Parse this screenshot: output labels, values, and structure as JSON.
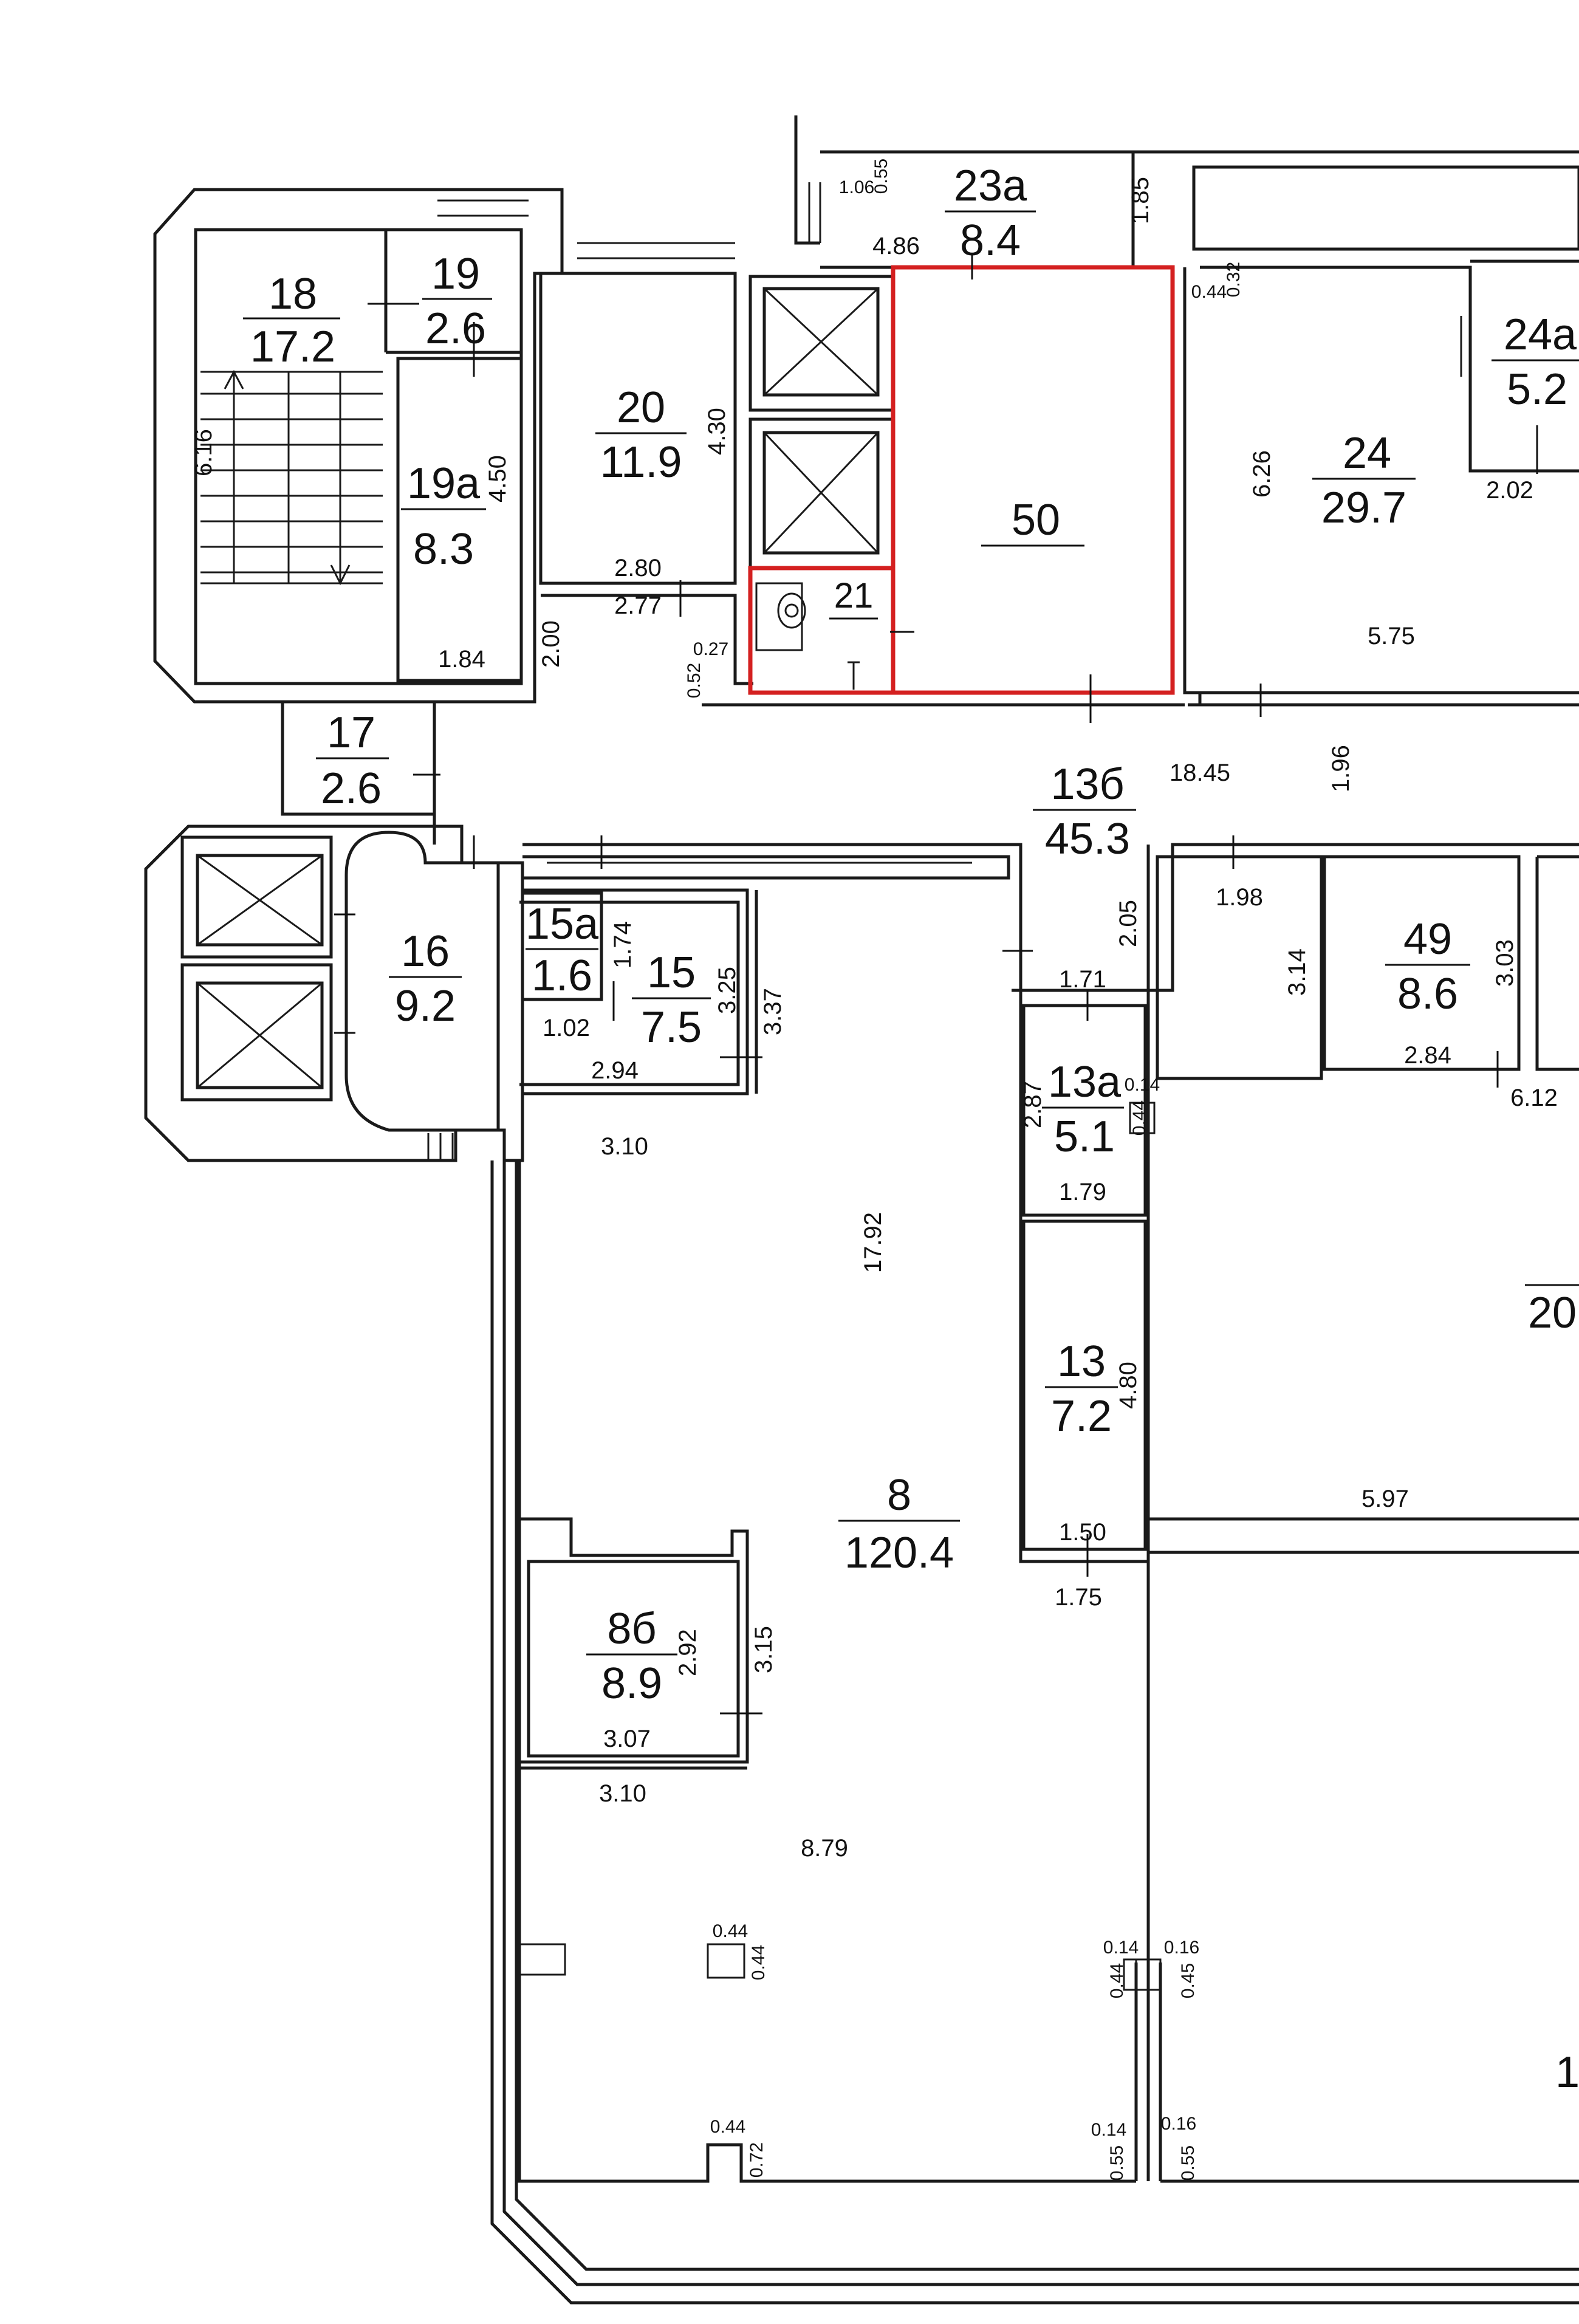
{
  "floor_plan": {
    "rooms": [
      {
        "id": "18",
        "number": "18",
        "area": "17.2"
      },
      {
        "id": "19",
        "number": "19",
        "area": "2.6"
      },
      {
        "id": "19a",
        "number": "19а",
        "area": "8.3"
      },
      {
        "id": "20",
        "number": "20",
        "area": "11.9"
      },
      {
        "id": "21",
        "number": "21",
        "area": ""
      },
      {
        "id": "23a",
        "number": "23а",
        "area": "8.4"
      },
      {
        "id": "50",
        "number": "50",
        "area": ""
      },
      {
        "id": "24",
        "number": "24",
        "area": "29.7"
      },
      {
        "id": "24a",
        "number": "24а",
        "area": "5.2"
      },
      {
        "id": "17",
        "number": "17",
        "area": "2.6"
      },
      {
        "id": "13b",
        "number": "13б",
        "area": "45.3"
      },
      {
        "id": "16",
        "number": "16",
        "area": "9.2"
      },
      {
        "id": "15a",
        "number": "15а",
        "area": "1.6"
      },
      {
        "id": "15",
        "number": "15",
        "area": "7.5"
      },
      {
        "id": "49",
        "number": "49",
        "area": "8.6"
      },
      {
        "id": "13a",
        "number": "13а",
        "area": "5.1"
      },
      {
        "id": "13",
        "number": "13",
        "area": "7.2"
      },
      {
        "id": "8",
        "number": "8",
        "area": "120.4"
      },
      {
        "id": "8b",
        "number": "8б",
        "area": "8.9"
      },
      {
        "id": "20edge",
        "number": "20",
        "area": ""
      },
      {
        "id": "1edge",
        "number": "1",
        "area": ""
      }
    ],
    "dimensions": {
      "d_106": "1.06",
      "d_055": "0.55",
      "d_185": "1.85",
      "d_486": "4.86",
      "d_044a": "0.44",
      "d_032": "0.32",
      "d_616": "6.16",
      "d_450": "4.50",
      "d_430": "4.30",
      "d_626": "6.26",
      "d_202": "2.02",
      "d_280": "2.80",
      "d_277": "2.77",
      "d_200": "2.00",
      "d_027": "0.27",
      "d_052": "0.52",
      "d_184": "1.84",
      "d_575": "5.75",
      "d_1845": "18.45",
      "d_196": "1.96",
      "d_205": "2.05",
      "d_198": "1.98",
      "d_314": "3.14",
      "d_303": "3.03",
      "d_174": "1.74",
      "d_325": "3.25",
      "d_337": "3.37",
      "d_102": "1.02",
      "d_294": "2.94",
      "d_171": "1.71",
      "d_284": "2.84",
      "d_612": "6.12",
      "d_287": "2.87",
      "d_014a": "0.14",
      "d_044b": "0.44",
      "d_179": "1.79",
      "d_310a": "3.10",
      "d_1792": "17.92",
      "d_480": "4.80",
      "d_597": "5.97",
      "d_150": "1.50",
      "d_175": "1.75",
      "d_292": "2.92",
      "d_315": "3.15",
      "d_307": "3.07",
      "d_310b": "3.10",
      "d_879": "8.79",
      "d_044c": "0.44",
      "d_044d": "0.44",
      "d_014b": "0.14",
      "d_016a": "0.16",
      "d_044e": "0.44",
      "d_045": "0.45",
      "d_044f": "0.44",
      "d_072": "0.72",
      "d_014c": "0.14",
      "d_016b": "0.16",
      "d_055b": "0.55",
      "d_055c": "0.55"
    },
    "highlight_color": "#d42020",
    "line_color": "#1a1a1a"
  }
}
